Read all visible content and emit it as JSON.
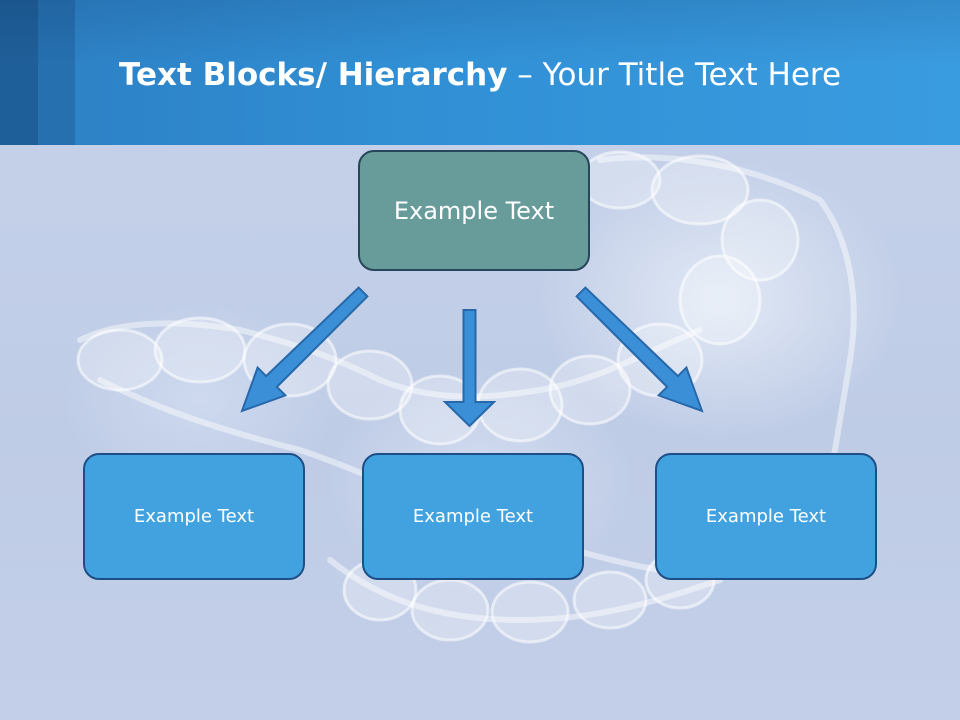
{
  "title": {
    "bold": "Text Blocks/ Hierarchy",
    "rest": " – Your Title Text Here"
  },
  "top_box": {
    "label": "Example Text"
  },
  "child_boxes": {
    "left": {
      "label": "Example Text"
    },
    "middle": {
      "label": "Example Text"
    },
    "right": {
      "label": "Example Text"
    }
  },
  "colors": {
    "header": "#3190d5",
    "top_box_fill": "#679c9a",
    "child_box_fill": "#42a2e0",
    "arrow_fill": "#3a8fd6",
    "background": "#c3cfe6"
  }
}
